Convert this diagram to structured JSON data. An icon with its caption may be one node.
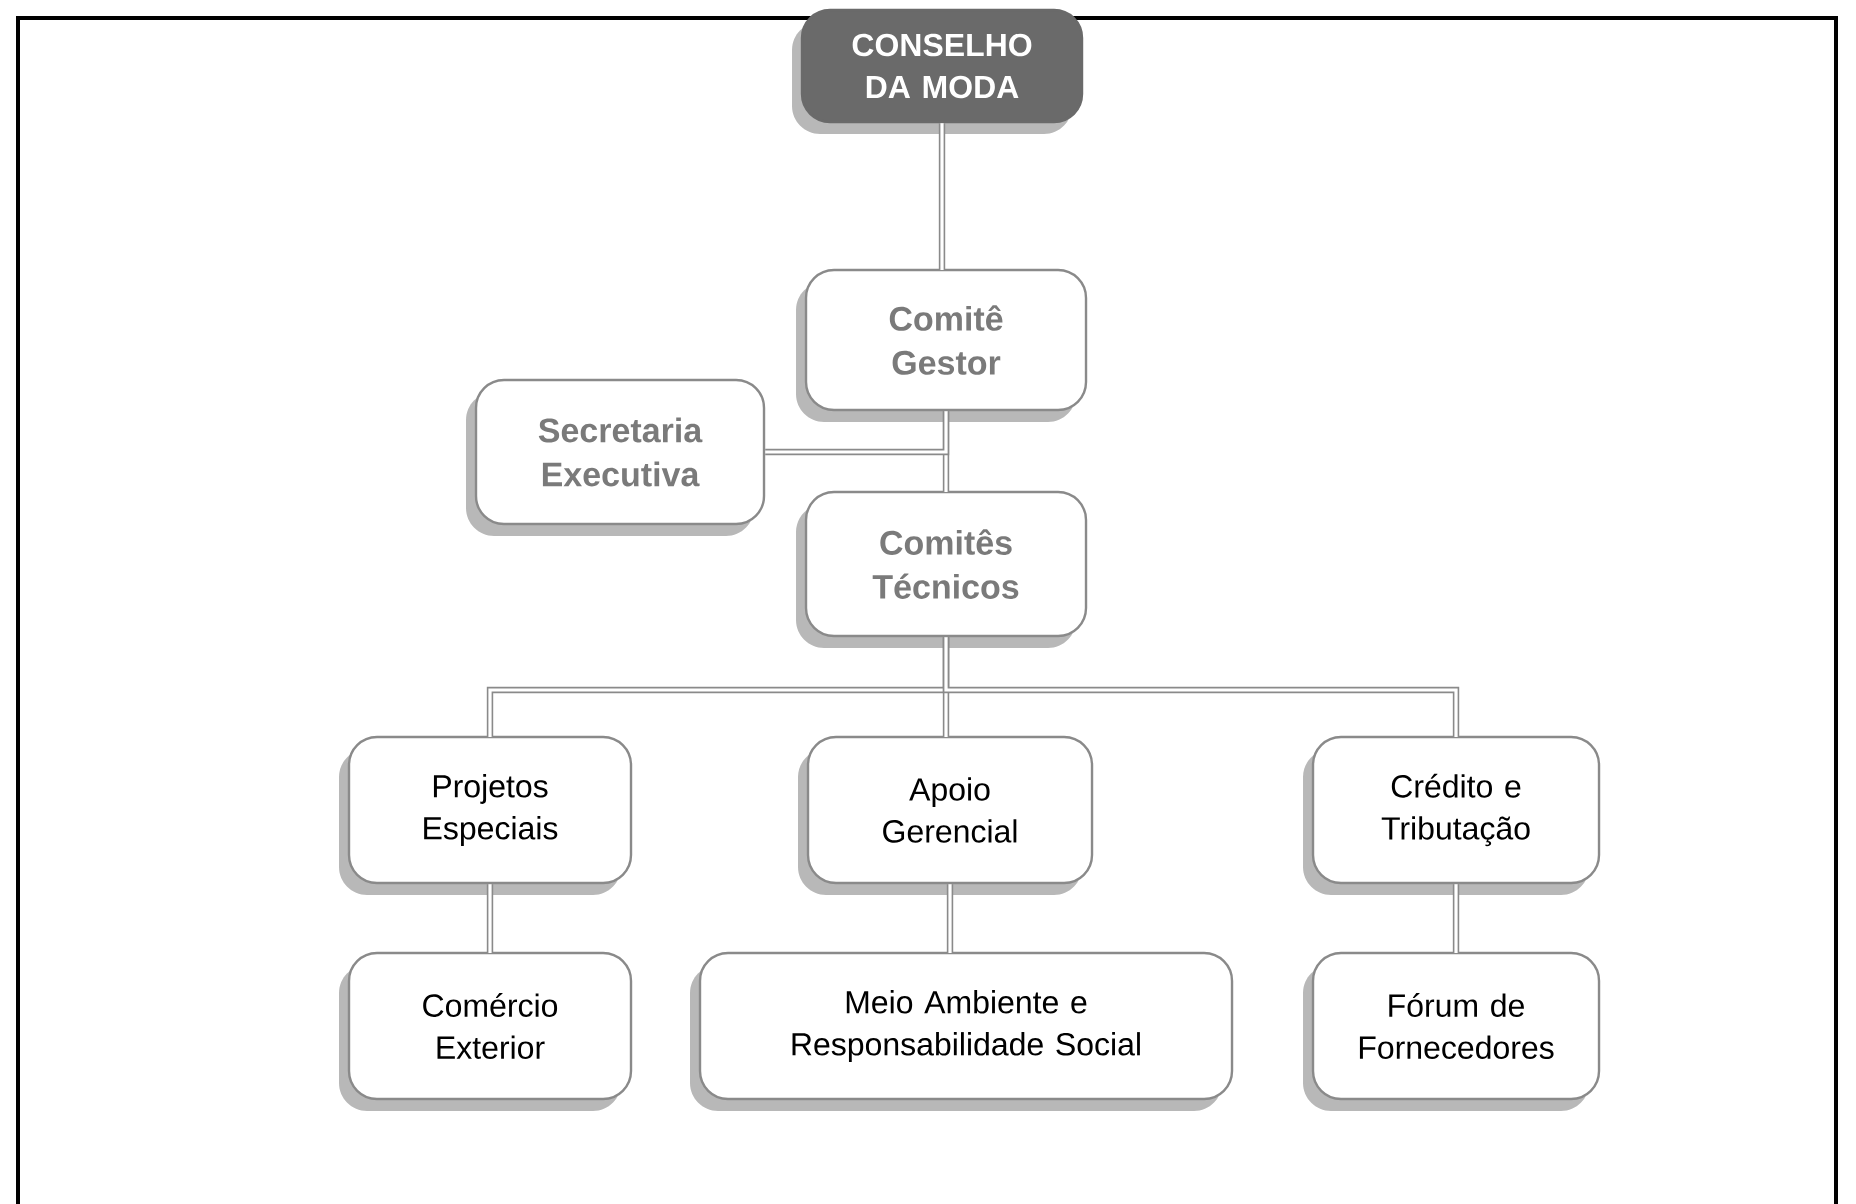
{
  "diagram": {
    "nodes": [
      {
        "text": [
          "CONSELHO DA MODA"
        ]
      },
      {
        "text": [
          "Comitê Gestor"
        ]
      },
      {
        "text": [
          "Secretaria Executiva"
        ]
      },
      {
        "text": [
          "Comitês Técnicos"
        ]
      },
      {
        "text": [
          "Projetos Especiais"
        ]
      },
      {
        "text": [
          "Apoio Gerencial"
        ]
      },
      {
        "text": [
          "Crédito e Tributação"
        ]
      },
      {
        "text": [
          "Comércio Exterior"
        ]
      },
      {
        "text": [
          "Meio Ambiente e Responsabilidade Social"
        ]
      },
      {
        "text": [
          "Fórum de Fornecedores"
        ]
      }
    ],
    "edges": [
      {
        "from": 0,
        "to": 1,
        "arrow": "none"
      },
      {
        "from": 1,
        "to": 3,
        "arrow": "none"
      },
      {
        "from": 1,
        "to": 2,
        "arrow": "none"
      },
      {
        "from": 3,
        "to": 4,
        "arrow": "none"
      },
      {
        "from": 3,
        "to": 5,
        "arrow": "none"
      },
      {
        "from": 3,
        "to": 6,
        "arrow": "none"
      },
      {
        "from": 4,
        "to": 7,
        "arrow": "none"
      },
      {
        "from": 5,
        "to": 8,
        "arrow": "none"
      },
      {
        "from": 6,
        "to": 9,
        "arrow": "none"
      }
    ]
  }
}
